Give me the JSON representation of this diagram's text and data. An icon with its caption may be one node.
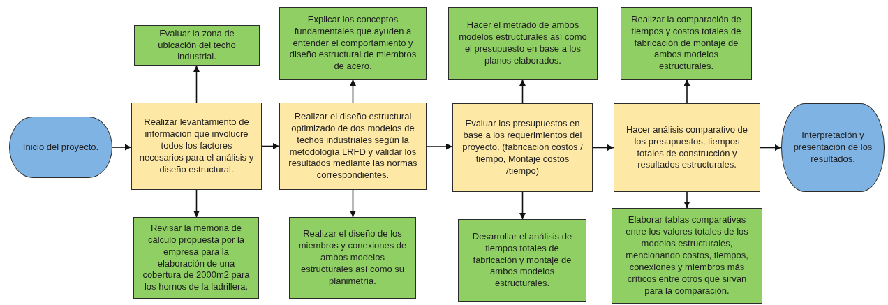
{
  "diagram": {
    "nodes": [
      {
        "text": [
          "Inicio del proyecto."
        ]
      },
      {
        "text": [
          "Evaluar la zona de ubicación del techo industrial."
        ]
      },
      {
        "text": [
          "Realizar levantamiento de informacion que involucre todos los factores necesarios para el análisis y diseño estructural."
        ]
      },
      {
        "text": [
          "Revisar la memoria de cálculo propuesta por la empresa para la elaboración de una cobertura de 2000m2 para los hornos de la ladrillera."
        ]
      },
      {
        "text": [
          "Explicar los conceptos fundamentales que ayuden a entender el comportamiento y diseño estructural de miembros de acero."
        ]
      },
      {
        "text": [
          "Realizar el diseño estructural optimizado de dos modelos de techos industriales según la metodología LRFD y validar los resultados mediante las normas correspondientes."
        ]
      },
      {
        "text": [
          "Realizar el diseño de los miembros y conexiones de ambos modelos estructurales así como su planimetría."
        ]
      },
      {
        "text": [
          "Hacer el metrado de ambos modelos estructurales así como el presupuesto en base a los planos elaborados."
        ]
      },
      {
        "text": [
          "Evaluar los presupuestos en base a los  requerimientos del proyecto. (fabricacion costos / tiempo, Montaje costos /tiempo)"
        ]
      },
      {
        "text": [
          "Desarrollar el análisis de tiempos totales de fabricación y montaje de ambos modelos estructurales."
        ]
      },
      {
        "text": [
          "Realizar la comparación de tiempos y costos totales de fabricación de montaje de ambos modelos estructurales."
        ]
      },
      {
        "text": [
          "Hacer análisis comparativo de los presupuestos, tiempos totales de construcción y resultados estructurales."
        ]
      },
      {
        "text": [
          "Elaborar tablas comparativas entre los valores totales de los modelos estructurales, mencionando costos, tiempos, conexiones y miembros más críticos entre otros que sirvan para la comparación."
        ]
      },
      {
        "text": [
          "Interpretación y presentación de los resultados."
        ]
      }
    ],
    "edges": [
      {
        "from": 0,
        "to": 2,
        "arrow": "to"
      },
      {
        "from": 2,
        "to": 1,
        "arrow": "to"
      },
      {
        "from": 2,
        "to": 3,
        "arrow": "to"
      },
      {
        "from": 2,
        "to": 5,
        "arrow": "to"
      },
      {
        "from": 5,
        "to": 4,
        "arrow": "to"
      },
      {
        "from": 5,
        "to": 6,
        "arrow": "to"
      },
      {
        "from": 5,
        "to": 8,
        "arrow": "to"
      },
      {
        "from": 8,
        "to": 7,
        "arrow": "to"
      },
      {
        "from": 8,
        "to": 9,
        "arrow": "to"
      },
      {
        "from": 8,
        "to": 11,
        "arrow": "to"
      },
      {
        "from": 11,
        "to": 10,
        "arrow": "to"
      },
      {
        "from": 11,
        "to": 12,
        "arrow": "to"
      },
      {
        "from": 11,
        "to": 13,
        "arrow": "to"
      }
    ]
  }
}
